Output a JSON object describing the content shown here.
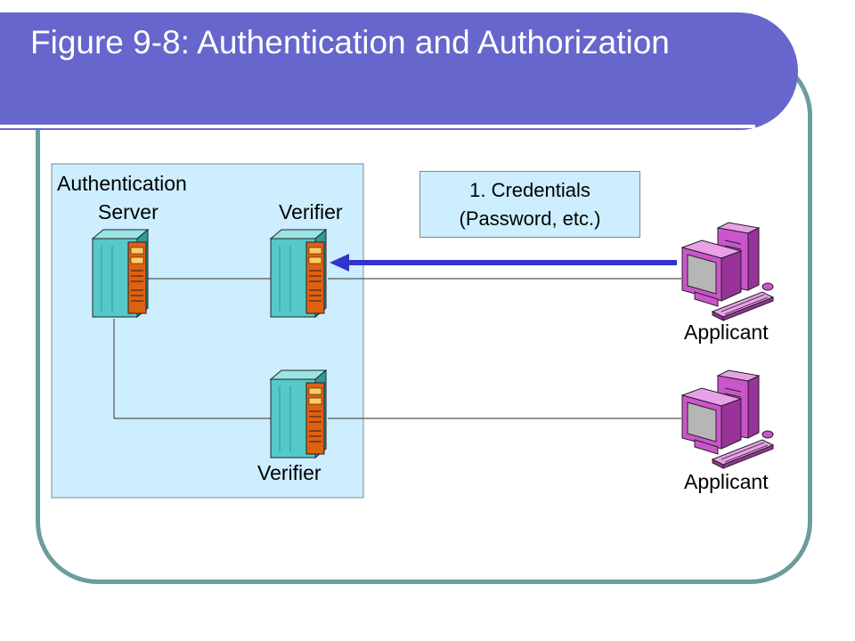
{
  "slide": {
    "title": "Figure 9-8: Authentication and Authorization"
  },
  "labels": {
    "auth_server_line1": "Authentication",
    "auth_server_line2": "Server",
    "verifier_top": "Verifier",
    "verifier_bottom": "Verifier",
    "applicant_top": "Applicant",
    "applicant_bottom": "Applicant"
  },
  "callout": {
    "line1": "1. Credentials",
    "line2": "(Password, etc.)"
  },
  "colors": {
    "title_bar": "#6666cc",
    "frame_border": "#6c9c9c",
    "server_zone": "#cceeff",
    "server_body": "#55c8c8",
    "server_panel": "#e06010",
    "workstation": "#cc55cc",
    "arrow": "#3333cc"
  },
  "icons": {
    "server": "server-tower-icon",
    "workstation": "desktop-computer-icon"
  }
}
